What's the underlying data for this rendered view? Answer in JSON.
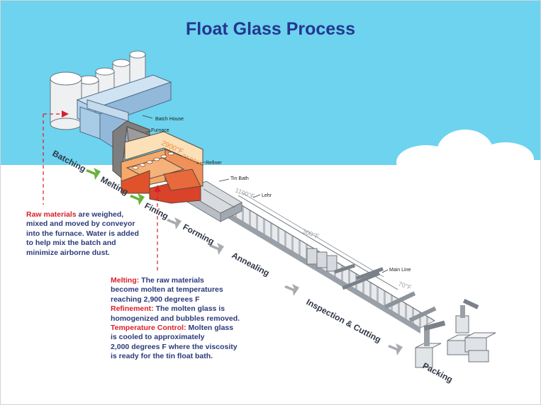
{
  "title": "Float Glass Process",
  "colors": {
    "sky": "#6dd3ef",
    "title": "#24368f",
    "highlight": "#d81f2a",
    "note_text": "#2b3a7a",
    "arrow_green": "#6ab23c",
    "arrow_gray": "#a7abb0",
    "furnace_hot": "#e0522b",
    "furnace_warm": "#f6a96a",
    "batch_house": "#a8cbe6",
    "silo": "#eef0f2"
  },
  "equipment_labels": {
    "batch_house": "Batch House",
    "furnace": "Furnace",
    "refiner": "Refiner",
    "tin_bath": "Tin Bath",
    "lehr": "Lehr",
    "main_line": "Main Line"
  },
  "temperatures": {
    "t_furnace": "2900°F",
    "t_refiner": "2100°F",
    "t_tin_bath": "1100°F",
    "t_lehr": "300°F",
    "t_main_line": "70°F"
  },
  "stages": {
    "batching": "Batching",
    "melting": "Melting",
    "fining": "Fining",
    "forming": "Forming",
    "annealing": "Annealing",
    "inspection": "Inspection & Cutting",
    "packing": "Packing"
  },
  "notes": {
    "raw": {
      "highlight": "Raw materials",
      "line1": " are weighed,",
      "line2": "mixed and moved by conveyor",
      "line3": "into the furnace. Water is added",
      "line4": "to help mix the batch and",
      "line5": "minimize airborne dust."
    },
    "process": {
      "melting_label": "Melting:",
      "melting_l1": " The raw materials",
      "melting_l2": "become molten at temperatures",
      "melting_l3": "reaching 2,900 degrees F",
      "refinement_label": "Refinement:",
      "refinement_l1": " The molten glass is",
      "refinement_l2": "homogenized and bubbles removed.",
      "temp_label": "Temperature Control:",
      "temp_l1": " Molten glass",
      "temp_l2": "is cooled to approximately",
      "temp_l3": "2,000 degrees F where the viscosity",
      "temp_l4": "is ready for the tin float bath."
    }
  }
}
